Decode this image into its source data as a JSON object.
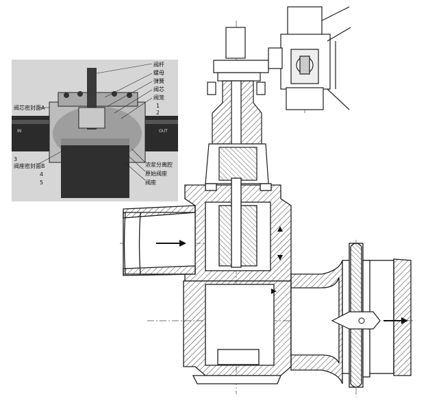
{
  "inset": {
    "labels_right": [
      "阀杆",
      "螺母",
      "弹簧",
      "阀芯",
      "阀笼"
    ],
    "labels_right_lower": [
      "浓浆分离腔",
      "原始阀座",
      "阀座"
    ],
    "label_left_a": "阀芯密封面A",
    "label_left_b": "阀座密封面B",
    "numbers": [
      "1",
      "2",
      "3",
      "4",
      "5"
    ]
  },
  "colors": {
    "line": "#1a1a1a",
    "hatch": "#333333",
    "inset_bg": "#d6d6d6",
    "pipe_dark": "#2b2b2b"
  }
}
